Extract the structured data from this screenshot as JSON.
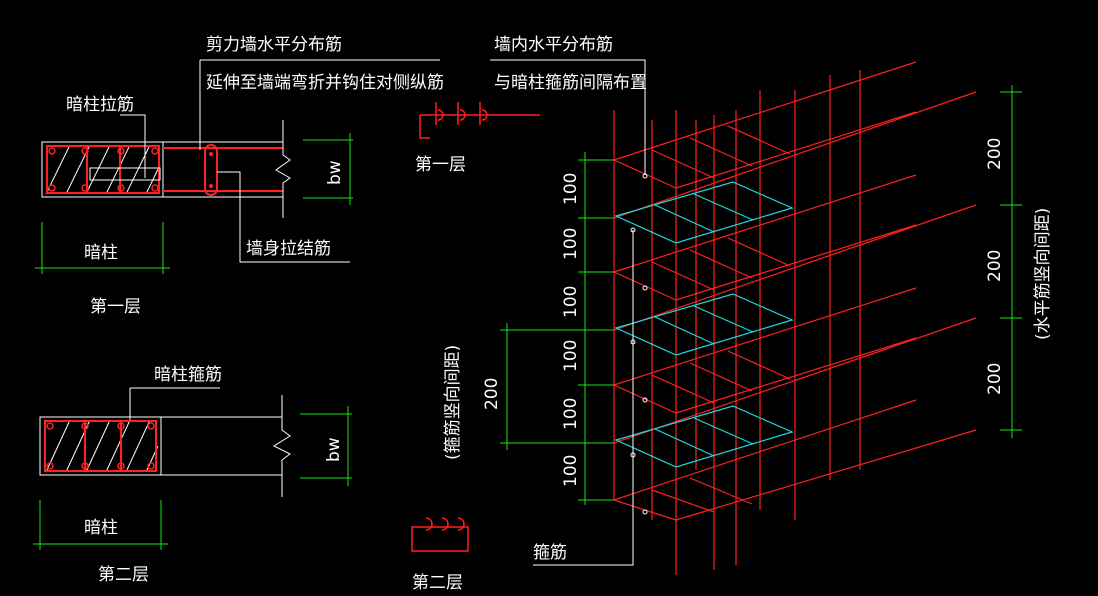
{
  "colors": {
    "background": "#000000",
    "rebar": "#ff2020",
    "outline": "#ffffff",
    "dimension": "#19e619",
    "stirrup": "#20d8e0"
  },
  "labels": {
    "shear_wall_bar_1": "剪力墙水平分布筋",
    "shear_wall_bar_2": "延伸至墙端弯折并钩住对侧纵筋",
    "hidden_col_tie": "暗柱拉筋",
    "wall_tie": "墙身拉结筋",
    "hidden_col_a": "暗柱",
    "layer1_a": "第一层",
    "hidden_col_stirrup": "暗柱箍筋",
    "hidden_col_b": "暗柱",
    "layer2_a": "第二层",
    "wall_bar_1": "墙内水平分布筋",
    "wall_bar_2": "与暗柱箍筋间隔布置",
    "layer1_b": "第一层",
    "layer2_b": "第二层",
    "stirrup": "箍筋",
    "bw_a": "bw",
    "bw_b": "bw"
  },
  "dimensions": {
    "left_small": [
      "100",
      "100",
      "100",
      "100",
      "100",
      "100"
    ],
    "left_big": "200",
    "left_big_note": "(箍筋竖向间距)",
    "right": [
      "200",
      "200",
      "200"
    ],
    "right_note": "(水平筋竖向间距)"
  }
}
